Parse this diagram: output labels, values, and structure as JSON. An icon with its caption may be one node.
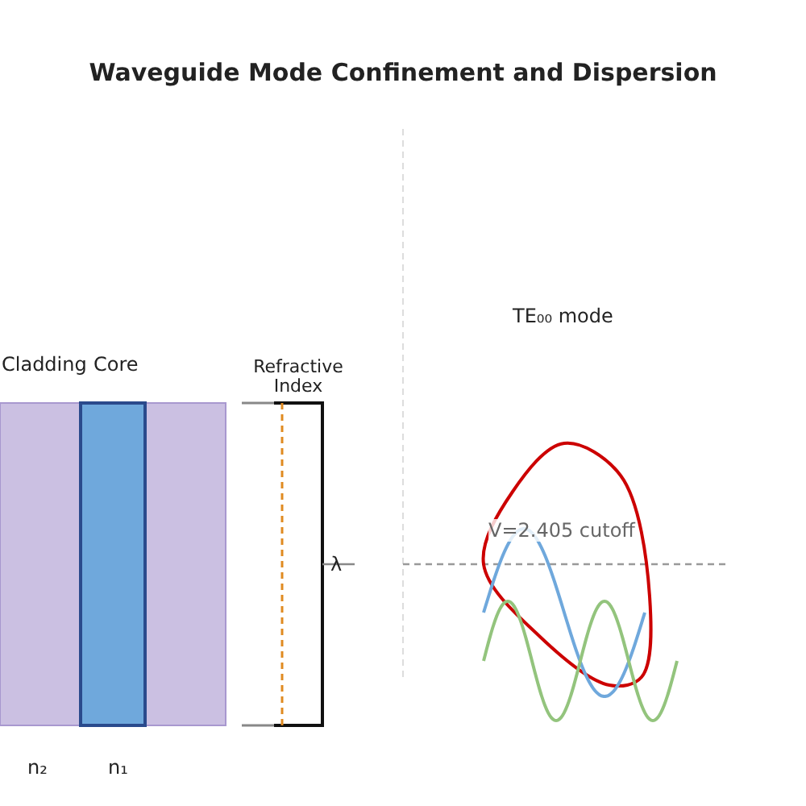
{
  "diagram": {
    "title": "Waveguide Mode Confinement and Dispersion",
    "labels": [
      "Cladding",
      "Core",
      "Refractive Index",
      "TE₀₀ mode",
      "V=2.405 cutoff",
      "λ",
      "n₂",
      "n₁"
    ]
  }
}
